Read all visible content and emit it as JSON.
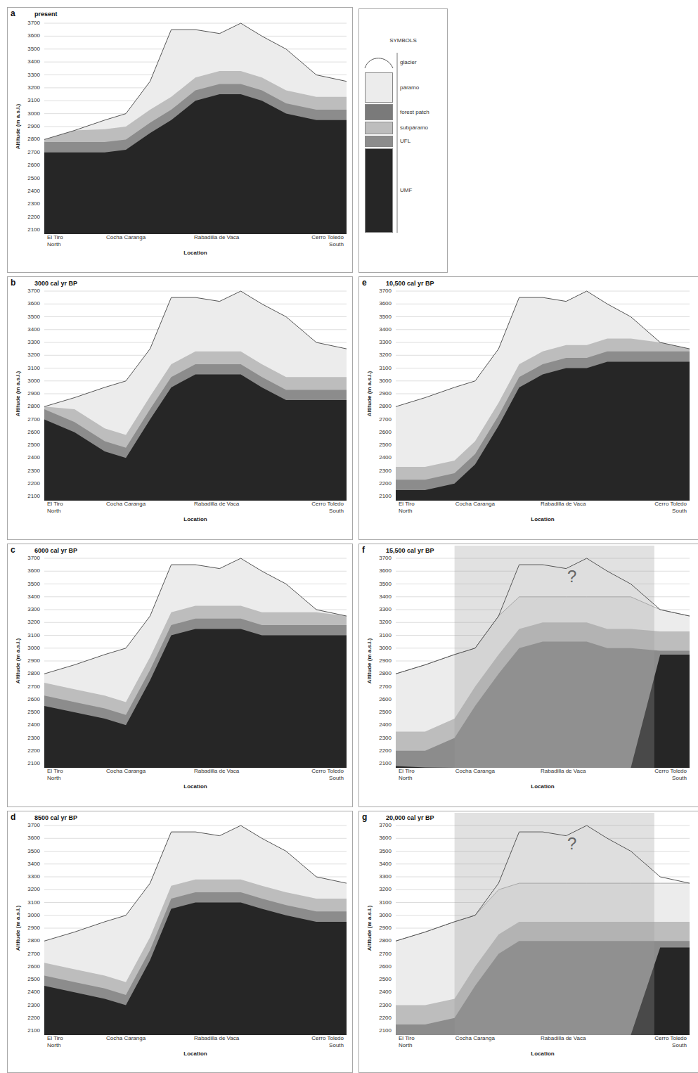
{
  "diagram": {
    "nodes": [
      {
        "text": [
          "a",
          "present"
        ]
      },
      {
        "text": [
          "SYMBOLS"
        ]
      },
      {
        "text": [
          "b",
          "3000 cal yr BP"
        ]
      },
      {
        "text": [
          "e",
          "10,500 cal yr BP"
        ]
      },
      {
        "text": [
          "c",
          "6000 cal yr BP"
        ]
      },
      {
        "text": [
          "f",
          "15,500 cal yr BP"
        ]
      },
      {
        "text": [
          "d",
          "8500 cal yr BP"
        ]
      },
      {
        "text": [
          "g",
          "20,000 cal yr BP"
        ]
      }
    ],
    "labels": [
      "3700",
      "3600",
      "3500",
      "3400",
      "3300",
      "3200",
      "3100",
      "3000",
      "2900",
      "2800",
      "2700",
      "2600",
      "2500",
      "2400",
      "2300",
      "2200",
      "2100",
      "Altitude (m a.s.l.)",
      "El Tiro North",
      "Cocha Caranga",
      "Rabadilla de Vaca",
      "Cerro Toledo South",
      "Location",
      "3700",
      "3600",
      "3500",
      "3400",
      "3300",
      "3200",
      "3100",
      "3000",
      "2900",
      "2800",
      "2700",
      "2600",
      "2500",
      "2400",
      "2300",
      "2200",
      "2100",
      "Altitude (m a.s.l.)",
      "El Tiro North",
      "Cocha Caranga",
      "Rabadilla de Vaca",
      "Cerro Toledo South",
      "Location",
      "3700",
      "3600",
      "3500",
      "3400",
      "3300",
      "3200",
      "3100",
      "3000",
      "2900",
      "2800",
      "2700",
      "2600",
      "2500",
      "2400",
      "2300",
      "2200",
      "2100",
      "Altitude (m a.s.l.)",
      "El Tiro North",
      "Cocha Caranga",
      "Rabadilla de Vaca",
      "Cerro Toledo South",
      "Location",
      "3700",
      "3600",
      "3500",
      "3400",
      "3300",
      "3200",
      "3100",
      "3000",
      "2900",
      "2800",
      "2700",
      "2600",
      "2500",
      "2400",
      "2300",
      "2200",
      "2100",
      "Altitude (m a.s.l.)",
      "El Tiro North",
      "Cocha Caranga",
      "Rabadilla de Vaca",
      "Cerro Toledo South",
      "Location",
      "3700",
      "3600",
      "3500",
      "3400",
      "3300",
      "3200",
      "3100",
      "3000",
      "2900",
      "2800",
      "2700",
      "2600",
      "2500",
      "2400",
      "2300",
      "2200",
      "2100",
      "Altitude (m a.s.l.)",
      "El Tiro North",
      "Cocha Caranga",
      "Rabadilla de Vaca",
      "Cerro Toledo South",
      "Location",
      "?",
      "3700",
      "3600",
      "3500",
      "3400",
      "3300",
      "3200",
      "3100",
      "3000",
      "2900",
      "2800",
      "2700",
      "2600",
      "2500",
      "2400",
      "2300",
      "2200",
      "2100",
      "Altitude (m a.s.l.)",
      "El Tiro North",
      "Cocha Caranga",
      "Rabadilla de Vaca",
      "Cerro Toledo South",
      "Location",
      "3700",
      "3600",
      "3500",
      "3400",
      "3300",
      "3200",
      "3100",
      "3000",
      "2900",
      "2800",
      "2700",
      "2600",
      "2500",
      "2400",
      "2300",
      "2200",
      "2100",
      "Altitude (m a.s.l.)",
      "El Tiro North",
      "Cocha Caranga",
      "Rabadilla de Vaca",
      "Cerro Toledo South",
      "Location",
      "?"
    ],
    "legend": [
      {
        "text": "glacier"
      },
      {
        "text": "páramo",
        "color": "#ececec"
      },
      {
        "text": "forest patch",
        "color": "#7a7a7a"
      },
      {
        "text": "subpáramo",
        "color": "#bdbdbd"
      },
      {
        "text": "UFL",
        "color": "#8c8c8c"
      },
      {
        "text": "UMF",
        "color": "#262626"
      }
    ]
  }
}
